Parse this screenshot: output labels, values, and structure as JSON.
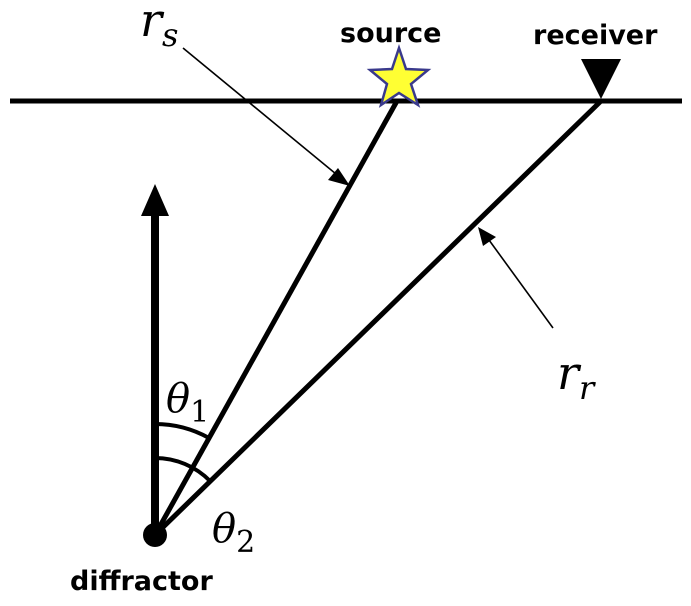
{
  "labels": {
    "source": "source",
    "receiver": "receiver",
    "diffractor": "diffractor",
    "r_s_base": "r",
    "r_s_sub": "s",
    "r_r_base": "r",
    "r_r_sub": "r",
    "theta1_base": "θ",
    "theta1_sub": "1",
    "theta2_base": "θ",
    "theta2_sub": "2"
  },
  "icons": {
    "source": "star-icon",
    "receiver": "triangle-down-icon"
  },
  "colors": {
    "star_fill": "#ffff33",
    "star_stroke": "#3a3a8c",
    "line": "#000000"
  }
}
